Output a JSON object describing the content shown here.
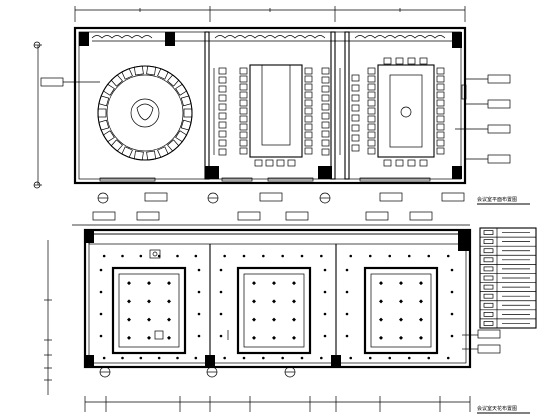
{
  "drawing": {
    "plans": [
      {
        "name": "furniture-plan",
        "rooms": 3
      },
      {
        "name": "ceiling-plan",
        "rooms": 3
      }
    ],
    "title_upper": "会议室平面布置图",
    "title_lower": "会议室天花布置图",
    "legend_rows": 11
  }
}
